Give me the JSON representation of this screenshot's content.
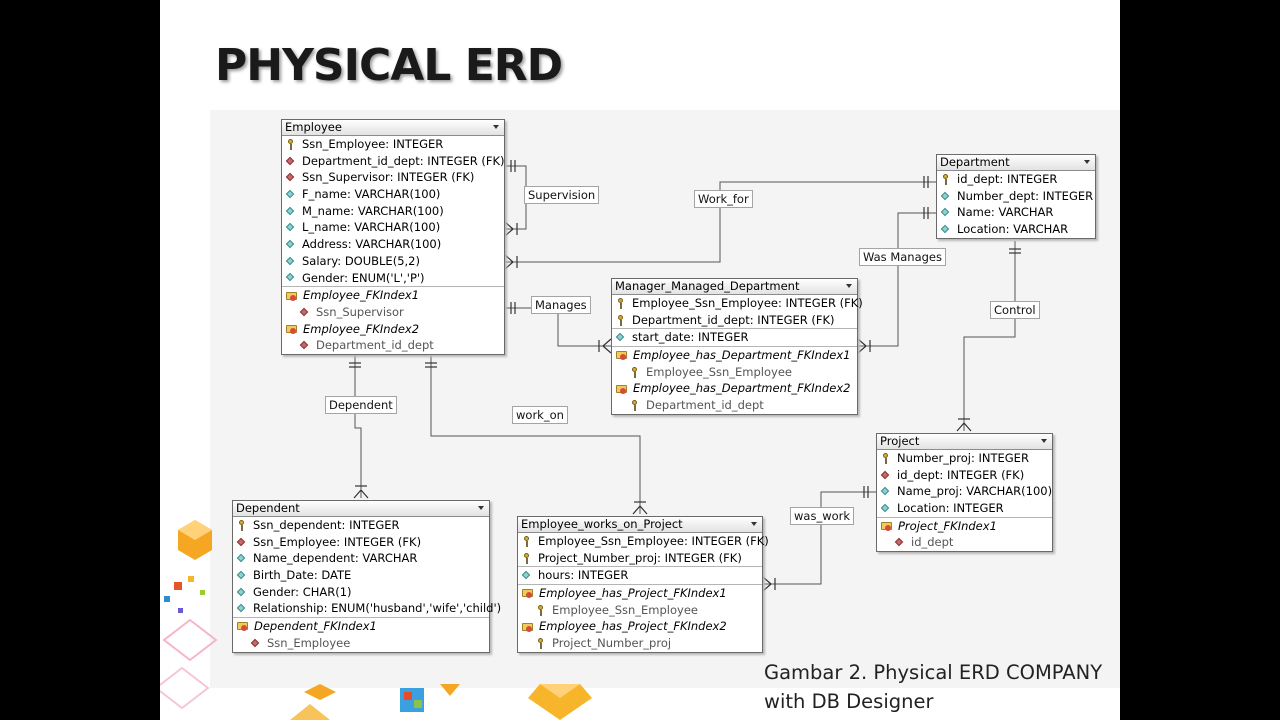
{
  "title": "PHYSICAL ERD",
  "caption": [
    "Gambar 2. Physical ERD COMPANY",
    "with DB Designer"
  ],
  "entities": {
    "employee": {
      "name": "Employee",
      "columns": [
        {
          "text": "Ssn_Employee: INTEGER",
          "icon": "primary-key-icon"
        },
        {
          "text": "Department_id_dept: INTEGER (FK)",
          "icon": "foreign-key-icon"
        },
        {
          "text": "Ssn_Supervisor: INTEGER (FK)",
          "icon": "foreign-key-icon"
        },
        {
          "text": "F_name: VARCHAR(100)",
          "icon": "attribute-icon"
        },
        {
          "text": "M_name: VARCHAR(100)",
          "icon": "attribute-icon"
        },
        {
          "text": "L_name: VARCHAR(100)",
          "icon": "attribute-icon"
        },
        {
          "text": "Address: VARCHAR(100)",
          "icon": "attribute-icon"
        },
        {
          "text": "Salary: DOUBLE(5,2)",
          "icon": "attribute-icon"
        },
        {
          "text": "Gender: ENUM('L','P')",
          "icon": "attribute-icon"
        }
      ],
      "indexes": [
        {
          "name": "Employee_FKIndex1",
          "field": "Ssn_Supervisor"
        },
        {
          "name": "Employee_FKIndex2",
          "field": "Department_id_dept"
        }
      ]
    },
    "department": {
      "name": "Department",
      "columns": [
        {
          "text": "id_dept: INTEGER",
          "icon": "primary-key-icon"
        },
        {
          "text": "Number_dept: INTEGER",
          "icon": "attribute-icon"
        },
        {
          "text": "Name: VARCHAR",
          "icon": "attribute-icon"
        },
        {
          "text": "Location: VARCHAR",
          "icon": "attribute-icon"
        }
      ]
    },
    "manager": {
      "name": "Manager_Managed_Department",
      "columns": [
        {
          "text": "Employee_Ssn_Employee: INTEGER (FK)",
          "icon": "primary-key-icon"
        },
        {
          "text": "Department_id_dept: INTEGER (FK)",
          "icon": "primary-key-icon"
        }
      ],
      "extra": [
        {
          "text": "start_date: INTEGER",
          "icon": "attribute-icon"
        }
      ],
      "indexes": [
        {
          "name": "Employee_has_Department_FKIndex1",
          "field": "Employee_Ssn_Employee"
        },
        {
          "name": "Employee_has_Department_FKIndex2",
          "field": "Department_id_dept"
        }
      ]
    },
    "project": {
      "name": "Project",
      "columns": [
        {
          "text": "Number_proj: INTEGER",
          "icon": "primary-key-icon"
        },
        {
          "text": "id_dept: INTEGER (FK)",
          "icon": "foreign-key-icon"
        },
        {
          "text": "Name_proj: VARCHAR(100)",
          "icon": "attribute-icon"
        },
        {
          "text": "Location: INTEGER",
          "icon": "attribute-icon"
        }
      ],
      "indexes": [
        {
          "name": "Project_FKIndex1",
          "field": "id_dept"
        }
      ]
    },
    "dependent": {
      "name": "Dependent",
      "columns": [
        {
          "text": "Ssn_dependent: INTEGER",
          "icon": "primary-key-icon"
        },
        {
          "text": "Ssn_Employee: INTEGER (FK)",
          "icon": "foreign-key-icon"
        },
        {
          "text": "Name_dependent: VARCHAR",
          "icon": "attribute-icon"
        },
        {
          "text": "Birth_Date: DATE",
          "icon": "attribute-icon"
        },
        {
          "text": "Gender: CHAR(1)",
          "icon": "attribute-icon"
        },
        {
          "text": "Relationship: ENUM('husband','wife','child')",
          "icon": "attribute-icon"
        }
      ],
      "indexes": [
        {
          "name": "Dependent_FKIndex1",
          "field": "Ssn_Employee"
        }
      ]
    },
    "works_on": {
      "name": "Employee_works_on_Project",
      "columns": [
        {
          "text": "Employee_Ssn_Employee: INTEGER (FK)",
          "icon": "primary-key-icon"
        },
        {
          "text": "Project_Number_proj: INTEGER (FK)",
          "icon": "primary-key-icon"
        }
      ],
      "extra": [
        {
          "text": "hours: INTEGER",
          "icon": "attribute-icon"
        }
      ],
      "indexes": [
        {
          "name": "Employee_has_Project_FKIndex1",
          "field": "Employee_Ssn_Employee"
        },
        {
          "name": "Employee_has_Project_FKIndex2",
          "field": "Project_Number_proj"
        }
      ]
    }
  },
  "relationships": {
    "supervision": "Supervision",
    "work_for": "Work_for",
    "was_manages": "Was Manages",
    "manages": "Manages",
    "control": "Control",
    "dependent": "Dependent",
    "work_on": "work_on",
    "was_work": "was_work"
  }
}
